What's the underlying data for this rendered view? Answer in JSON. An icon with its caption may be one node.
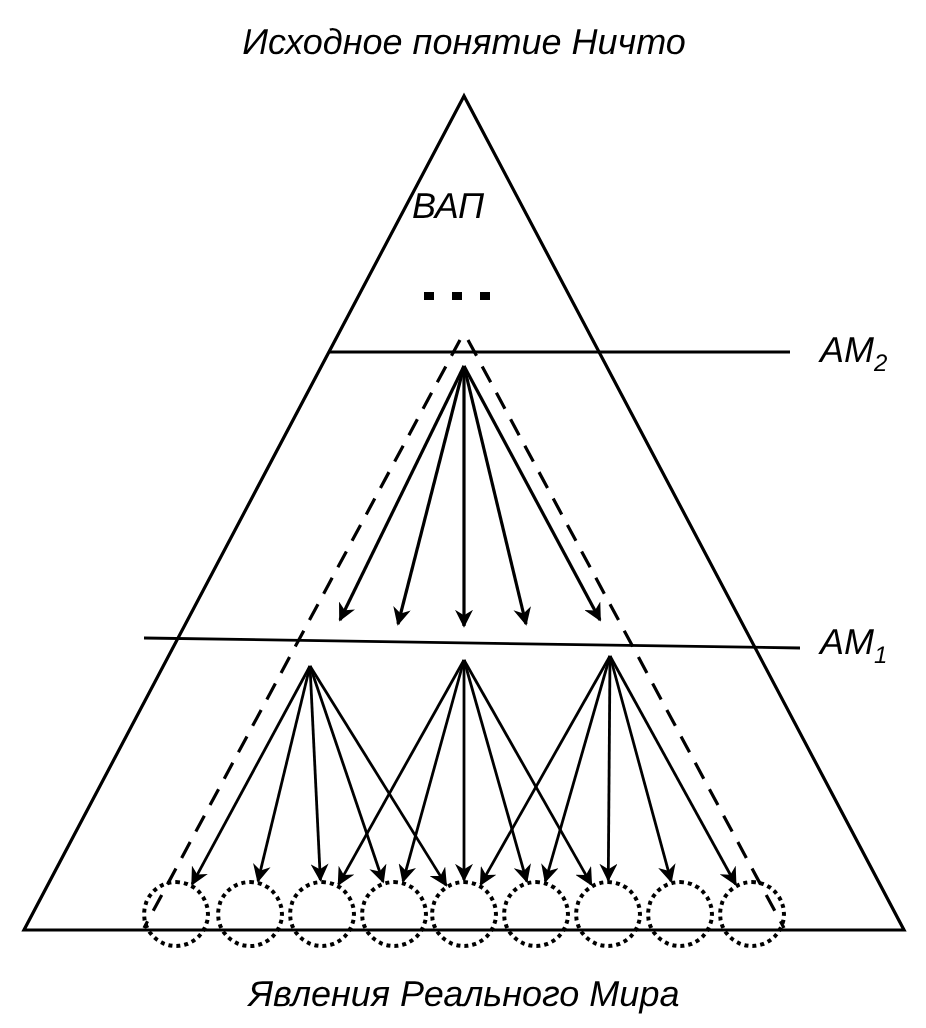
{
  "diagram": {
    "title": "Исходное понятие Ничто",
    "caption": "Явления Реального Мира",
    "nodes": [
      {
        "text": [],
        "shape": "circle"
      },
      {
        "text": [],
        "shape": "circle"
      },
      {
        "text": [],
        "shape": "circle"
      },
      {
        "text": [],
        "shape": "circle"
      },
      {
        "text": [],
        "shape": "circle"
      },
      {
        "text": [],
        "shape": "circle"
      },
      {
        "text": [],
        "shape": "circle"
      },
      {
        "text": [],
        "shape": "circle"
      },
      {
        "text": [],
        "shape": "circle"
      }
    ],
    "edges": [
      {
        "from": null,
        "to": 0,
        "arrow": "to"
      },
      {
        "from": null,
        "to": 1,
        "arrow": "to"
      },
      {
        "from": null,
        "to": 2,
        "arrow": "to"
      },
      {
        "from": null,
        "to": 3,
        "arrow": "to"
      },
      {
        "from": null,
        "to": 4,
        "arrow": "to"
      },
      {
        "from": null,
        "to": 2,
        "arrow": "to"
      },
      {
        "from": null,
        "to": 3,
        "arrow": "to"
      },
      {
        "from": null,
        "to": 4,
        "arrow": "to"
      },
      {
        "from": null,
        "to": 5,
        "arrow": "to"
      },
      {
        "from": null,
        "to": 6,
        "arrow": "to"
      },
      {
        "from": null,
        "to": 4,
        "arrow": "to"
      },
      {
        "from": null,
        "to": 5,
        "arrow": "to"
      },
      {
        "from": null,
        "to": 6,
        "arrow": "to"
      },
      {
        "from": null,
        "to": 7,
        "arrow": "to"
      },
      {
        "from": null,
        "to": 8,
        "arrow": "to"
      }
    ],
    "labels": [
      "ВАП",
      "AM$_{2}$",
      "AM$_{1}$"
    ]
  }
}
